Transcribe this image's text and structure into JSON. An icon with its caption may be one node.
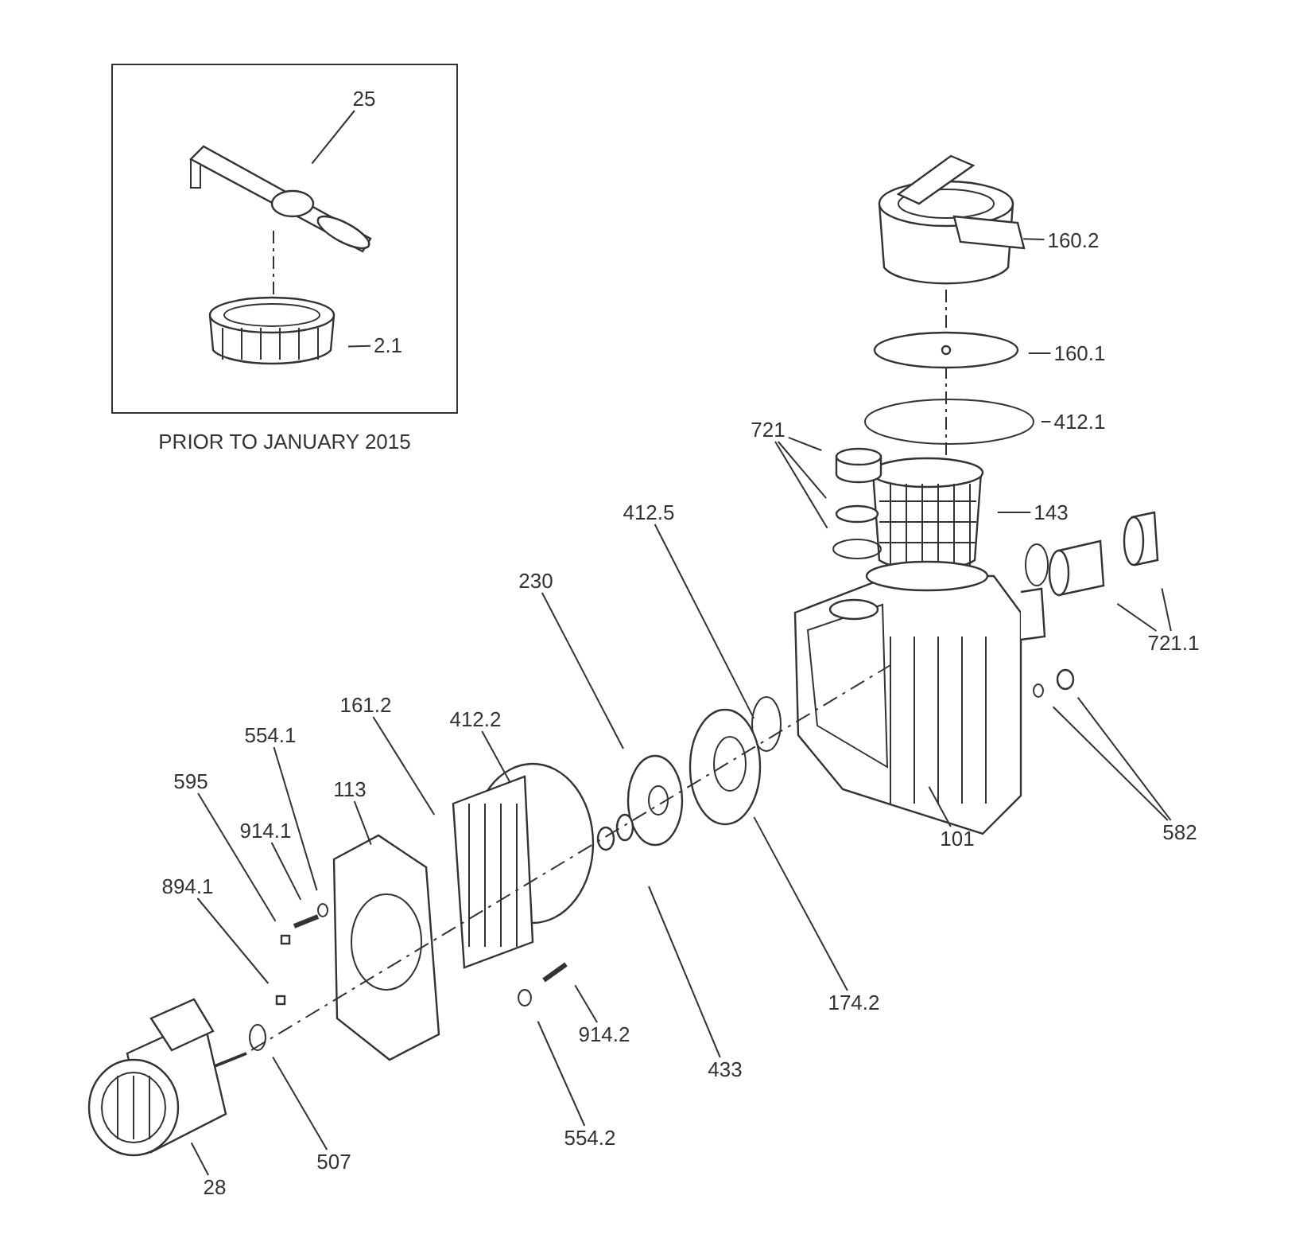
{
  "diagram": {
    "nodes": [
      {
        "text": [],
        "shape": "box",
        "beside": [
          "PRIOR TO JANUARY 2015"
        ]
      },
      {
        "text": [
          "25"
        ],
        "in": 0
      },
      {
        "text": [
          "2.1"
        ],
        "in": 0
      },
      {
        "text": [
          "160.2"
        ]
      },
      {
        "text": [
          "160.1"
        ]
      },
      {
        "text": [
          "412.1"
        ]
      },
      {
        "text": [
          "721"
        ]
      },
      {
        "text": [
          "143"
        ]
      },
      {
        "text": [
          "412.5"
        ]
      },
      {
        "text": [
          "230"
        ]
      },
      {
        "text": [
          "721.1"
        ]
      },
      {
        "text": [
          "161.2"
        ]
      },
      {
        "text": [
          "412.2"
        ]
      },
      {
        "text": [
          "554.1"
        ]
      },
      {
        "text": [
          "595"
        ]
      },
      {
        "text": [
          "113"
        ]
      },
      {
        "text": [
          "914.1"
        ]
      },
      {
        "text": [
          "101"
        ]
      },
      {
        "text": [
          "582"
        ]
      },
      {
        "text": [
          "894.1"
        ]
      },
      {
        "text": [
          "174.2"
        ]
      },
      {
        "text": [
          "914.2"
        ]
      },
      {
        "text": [
          "433"
        ]
      },
      {
        "text": [
          "554.2"
        ]
      },
      {
        "text": [
          "507"
        ]
      },
      {
        "text": [
          "28"
        ]
      }
    ],
    "edges": [
      {
        "from": 1,
        "to": null,
        "arrow": "none"
      },
      {
        "from": 2,
        "to": null,
        "arrow": "none"
      },
      {
        "from": 3,
        "to": null,
        "arrow": "none"
      },
      {
        "from": 4,
        "to": null,
        "arrow": "none"
      },
      {
        "from": 5,
        "to": null,
        "arrow": "none"
      },
      {
        "from": 6,
        "to": null,
        "arrow": "none"
      },
      {
        "from": 6,
        "to": null,
        "arrow": "none"
      },
      {
        "from": 6,
        "to": null,
        "arrow": "none"
      },
      {
        "from": 7,
        "to": null,
        "arrow": "none"
      },
      {
        "from": 8,
        "to": null,
        "arrow": "none"
      },
      {
        "from": 9,
        "to": null,
        "arrow": "none"
      },
      {
        "from": 10,
        "to": null,
        "arrow": "none"
      },
      {
        "from": 10,
        "to": null,
        "arrow": "none"
      },
      {
        "from": 11,
        "to": null,
        "arrow": "none"
      },
      {
        "from": 12,
        "to": null,
        "arrow": "none"
      },
      {
        "from": 13,
        "to": null,
        "arrow": "none"
      },
      {
        "from": 14,
        "to": null,
        "arrow": "none"
      },
      {
        "from": 15,
        "to": null,
        "arrow": "none"
      },
      {
        "from": 16,
        "to": null,
        "arrow": "none"
      },
      {
        "from": 17,
        "to": null,
        "arrow": "none"
      },
      {
        "from": 18,
        "to": null,
        "arrow": "none"
      },
      {
        "from": 18,
        "to": null,
        "arrow": "none"
      },
      {
        "from": 19,
        "to": null,
        "arrow": "none"
      },
      {
        "from": 20,
        "to": null,
        "arrow": "none"
      },
      {
        "from": 21,
        "to": null,
        "arrow": "none"
      },
      {
        "from": 22,
        "to": null,
        "arrow": "none"
      },
      {
        "from": 23,
        "to": null,
        "arrow": "none"
      },
      {
        "from": 24,
        "to": null,
        "arrow": "none"
      },
      {
        "from": 25,
        "to": null,
        "arrow": "none"
      }
    ]
  }
}
